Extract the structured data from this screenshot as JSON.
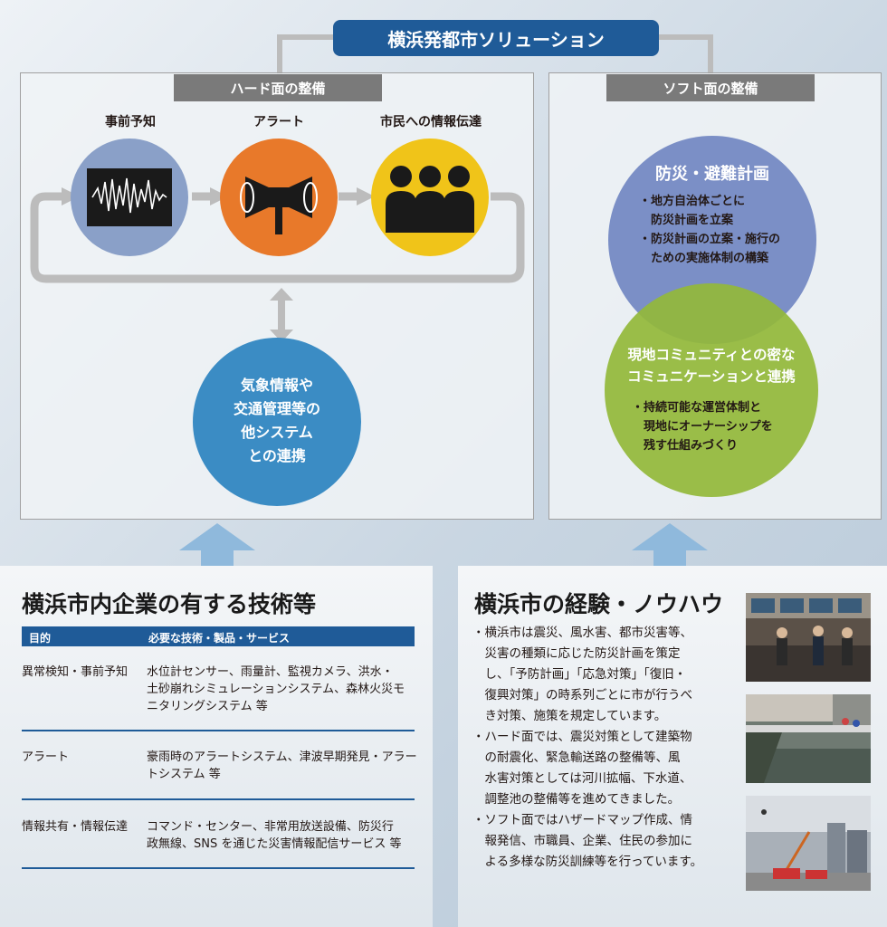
{
  "header": {
    "title": "横浜発都市ソリューション"
  },
  "hard_panel": {
    "heading": "ハード面の整備",
    "stages": [
      {
        "label": "事前予知",
        "icon": "seismograph-icon"
      },
      {
        "label": "アラート",
        "icon": "megaphone-icon"
      },
      {
        "label": "市民への情報伝達",
        "icon": "people-icon"
      }
    ],
    "system_bubble": {
      "lines": [
        "気象情報や",
        "交通管理等の",
        "他システム",
        "との連携"
      ]
    }
  },
  "soft_panel": {
    "heading": "ソフト面の整備",
    "plan": {
      "title": "防災・避難計画",
      "bullets": [
        [
          "・地方自治体ごとに",
          "　防災計画を立案"
        ],
        [
          "・防災計画の立案・施行の",
          "　ための実施体制の構築"
        ]
      ]
    },
    "community": {
      "title_lines": [
        "現地コミュニティとの密な",
        "コミュニケーションと連携"
      ],
      "bullets": [
        [
          "・持続可能な運営体制と",
          "　現地にオーナーシップを",
          "　残す仕組みづくり"
        ]
      ]
    }
  },
  "tech_section": {
    "title": "横浜市内企業の有する技術等",
    "col_purpose": "目的",
    "col_tech": "必要な技術・製品・サービス",
    "rows": [
      {
        "purpose": "異常検知・事前予知",
        "tech_lines": [
          "水位計センサー、雨量計、監視カメラ、洪水・",
          "土砂崩れシミュレーションシステム、森林火災モ",
          "ニタリングシステム 等"
        ]
      },
      {
        "purpose": "アラート",
        "tech_lines": [
          "豪雨時のアラートシステム、津波早期発見・アラー",
          "トシステム 等"
        ]
      },
      {
        "purpose": "情報共有・情報伝達",
        "tech_lines": [
          "コマンド・センター、非常用放送設備、防災行",
          "政無線、SNS を通じた災害情報配信サービス 等"
        ]
      }
    ]
  },
  "experience_section": {
    "title": "横浜市の経験・ノウハウ",
    "paragraphs": [
      [
        "・横浜市は震災、風水害、都市災害等、",
        "　災害の種類に応じた防災計画を策定",
        "　し、「予防計画」「応急対策」「復旧・",
        "　復興対策」の時系列ごとに市が行うべ",
        "　き対策、施策を規定しています。"
      ],
      [
        "・ハード面では、震災対策として建築物",
        "　の耐震化、緊急輸送路の整備等、風",
        "　水害対策としては河川拡幅、下水道、",
        "　調整池の整備等を進めてきました。"
      ],
      [
        "・ソフト面ではハザードマップ作成、情",
        "　報発信、市職員、企業、住民の参加に",
        "　よる多様な防災訓練等を行っています。"
      ]
    ],
    "photos": [
      "control-room-photo",
      "river-bridge-photo",
      "disaster-drill-photo"
    ]
  },
  "colors": {
    "navy": "#1f5b98",
    "periwinkle": "#8aa0c8",
    "orange": "#e8792a",
    "yellow": "#f0c419",
    "sky": "#3b8cc4",
    "plan": "#7b8fc6",
    "green": "#93b83a",
    "arrow": "#8fb9dc"
  }
}
